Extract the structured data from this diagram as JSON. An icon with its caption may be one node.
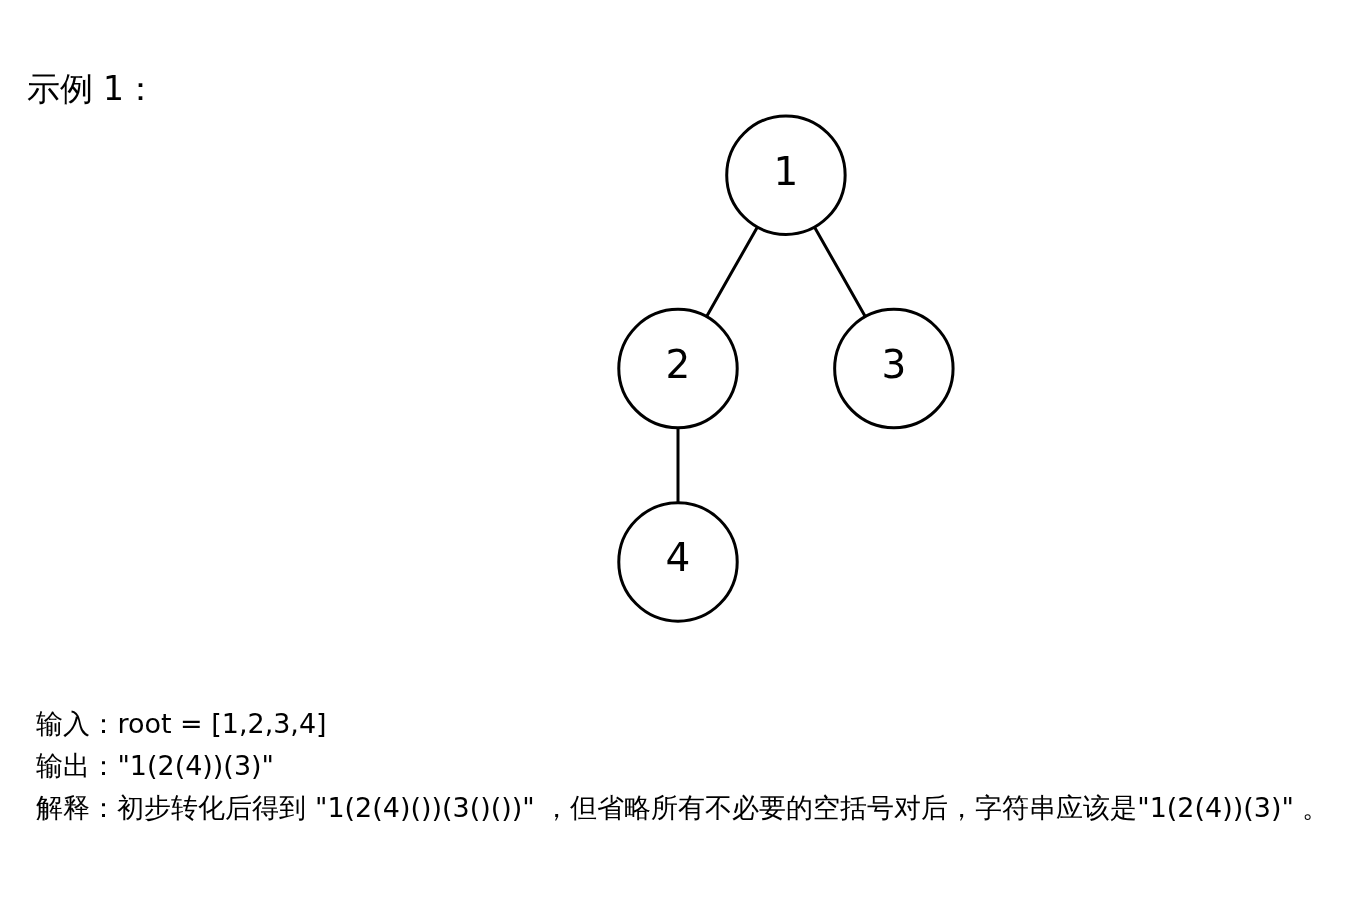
{
  "diagram": {
    "title": "示例 1：",
    "nodes": [
      {
        "text": [
          "1"
        ]
      },
      {
        "text": [
          "2"
        ]
      },
      {
        "text": [
          "3"
        ]
      },
      {
        "text": [
          "4"
        ]
      }
    ],
    "edges": [
      {
        "from": 0,
        "to": 1,
        "arrow": "none"
      },
      {
        "from": 0,
        "to": 2,
        "arrow": "none"
      },
      {
        "from": 1,
        "to": 3,
        "arrow": "none"
      }
    ],
    "labels": [
      "输入：root = [1,2,3,4]",
      "输出：\"1(2(4))(3)\"",
      "解释：初步转化后得到 \"1(2(4)())(3()())\" ，但省略所有不必要的空括号对后，字符串应该是\"1(2(4))(3)\" 。"
    ]
  }
}
